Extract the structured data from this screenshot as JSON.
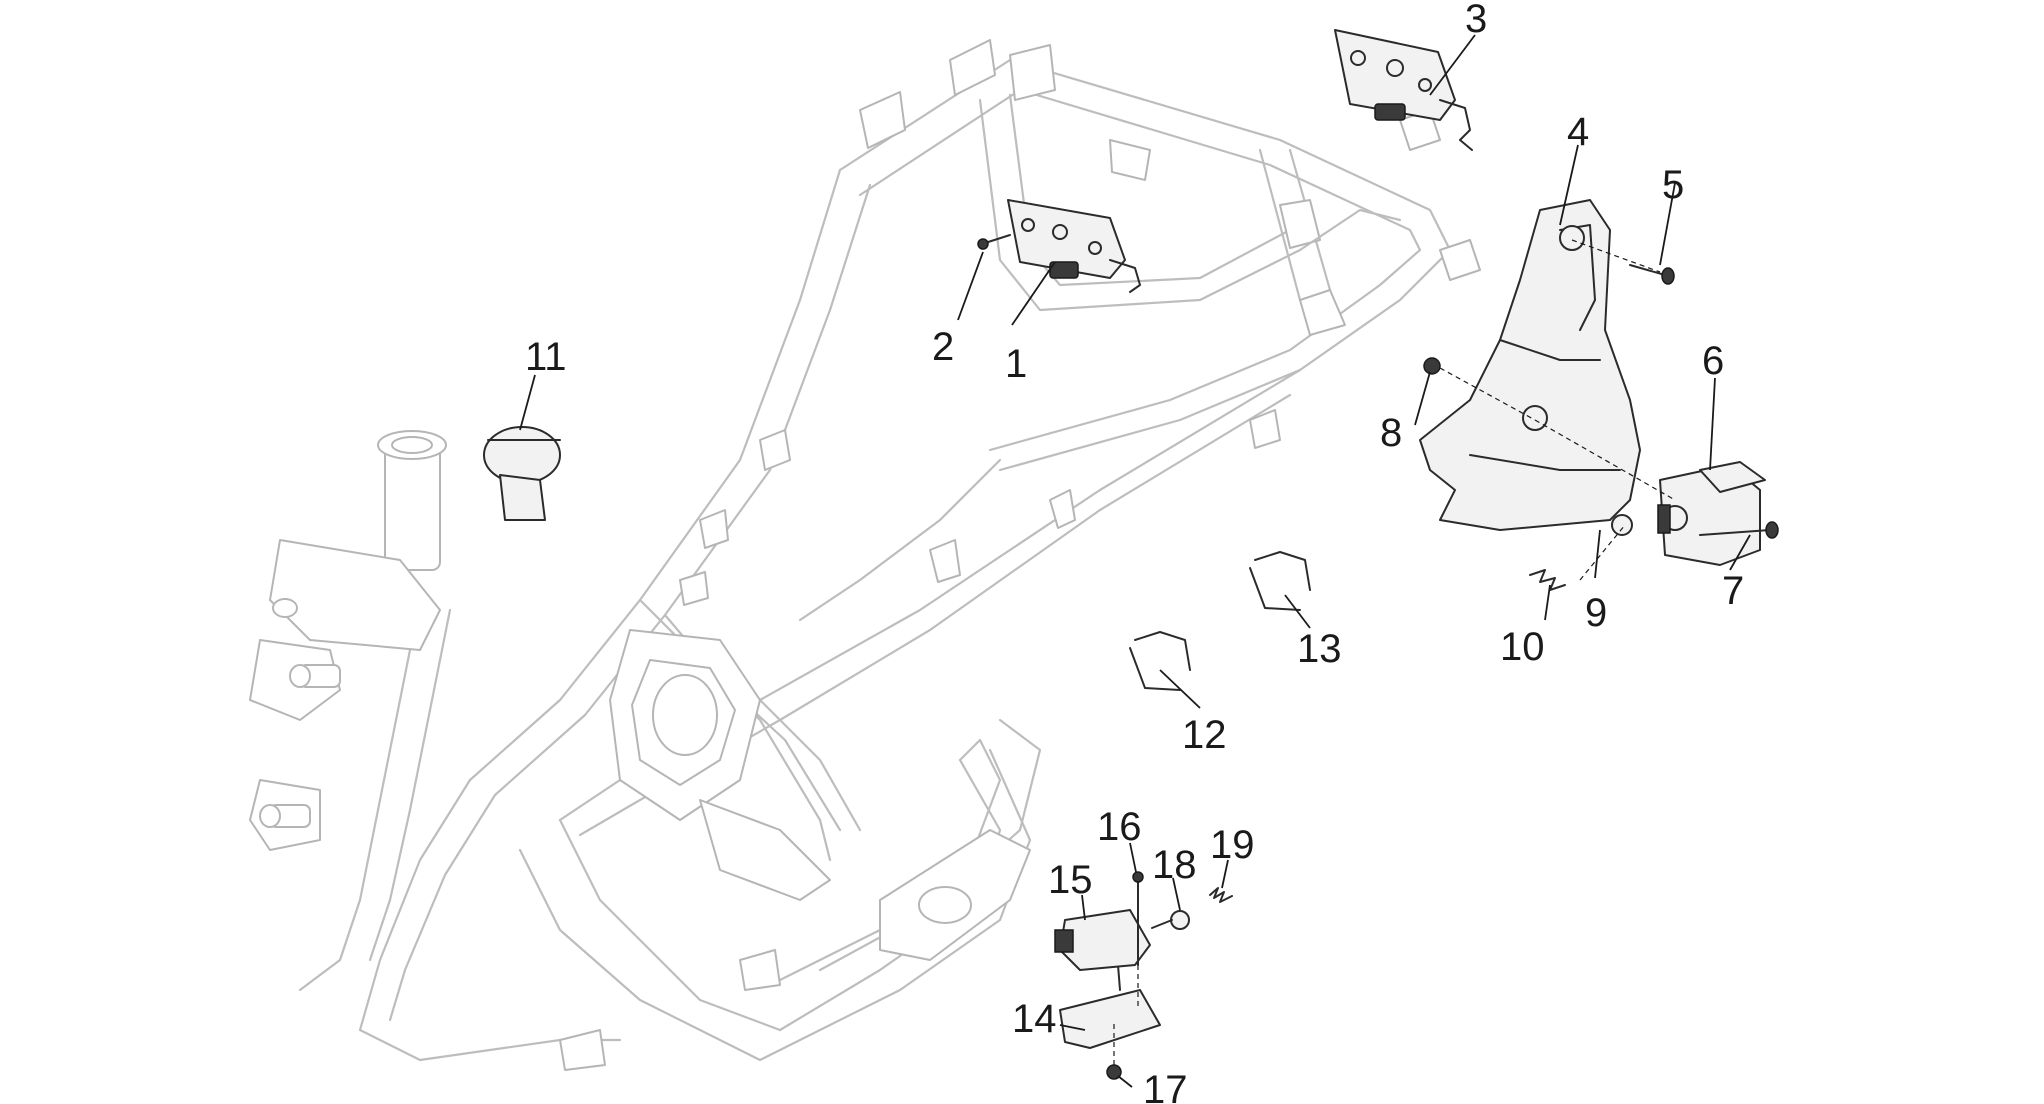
{
  "callouts": [
    {
      "id": "1",
      "label": "1"
    },
    {
      "id": "2",
      "label": "2"
    },
    {
      "id": "3",
      "label": "3"
    },
    {
      "id": "4",
      "label": "4"
    },
    {
      "id": "5",
      "label": "5"
    },
    {
      "id": "6",
      "label": "6"
    },
    {
      "id": "7",
      "label": "7"
    },
    {
      "id": "8",
      "label": "8"
    },
    {
      "id": "9",
      "label": "9"
    },
    {
      "id": "10",
      "label": "10"
    },
    {
      "id": "11",
      "label": "11"
    },
    {
      "id": "12",
      "label": "12"
    },
    {
      "id": "13",
      "label": "13"
    },
    {
      "id": "14",
      "label": "14"
    },
    {
      "id": "15",
      "label": "15"
    },
    {
      "id": "16",
      "label": "16"
    },
    {
      "id": "17",
      "label": "17"
    },
    {
      "id": "18",
      "label": "18"
    },
    {
      "id": "19",
      "label": "19"
    }
  ],
  "colors": {
    "background": "#ffffff",
    "frame_outline": "#bdbdbd",
    "part_outline": "#2b2b2b",
    "label": "#1a1a1a"
  }
}
